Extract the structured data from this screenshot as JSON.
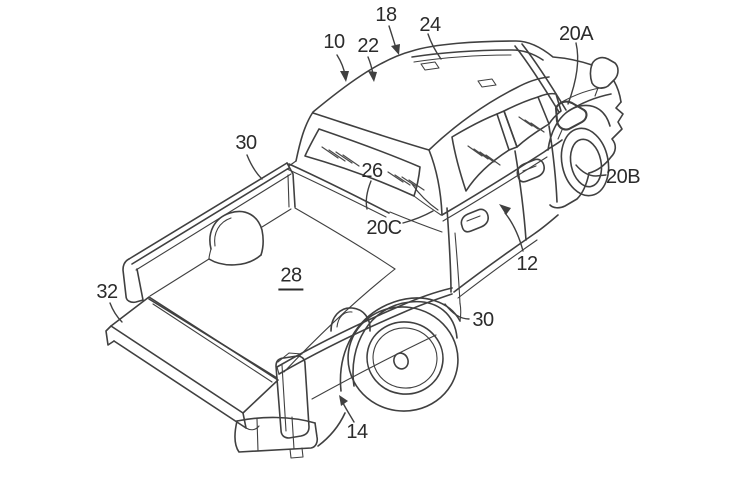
{
  "figure": {
    "kind": "patent line drawing",
    "subject": "Pickup truck, rear three-quarter perspective view, tailgate open",
    "background_color": "#ffffff",
    "line_color": "#404040",
    "label_color": "#2b2b2b",
    "labels": [
      {
        "text": "10",
        "leader": "arrow",
        "underline": false
      },
      {
        "text": "22",
        "leader": "arrow",
        "underline": false
      },
      {
        "text": "18",
        "leader": "arrow",
        "underline": false
      },
      {
        "text": "24",
        "leader": "line",
        "underline": false
      },
      {
        "text": "20A",
        "leader": "line",
        "underline": false
      },
      {
        "text": "20B",
        "leader": "line",
        "underline": false
      },
      {
        "text": "26",
        "leader": "line",
        "underline": false
      },
      {
        "text": "20C",
        "leader": "line",
        "underline": false
      },
      {
        "text": "12",
        "leader": "arrow",
        "underline": false
      },
      {
        "text": "30",
        "leader": "line",
        "underline": false
      },
      {
        "text": "30",
        "leader": "line",
        "underline": false
      },
      {
        "text": "28",
        "leader": "none",
        "underline": true
      },
      {
        "text": "32",
        "leader": "line",
        "underline": false
      },
      {
        "text": "14",
        "leader": "arrow",
        "underline": false
      }
    ]
  }
}
